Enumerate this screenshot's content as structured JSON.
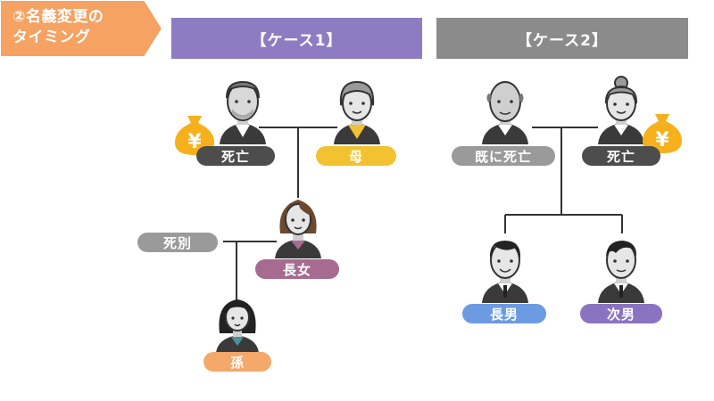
{
  "title": {
    "line1": "②名義変更の",
    "line2": "タイミング"
  },
  "case1": {
    "header": "【ケース1】",
    "labels": {
      "grandfather": "死亡",
      "mother": "母",
      "eldest_daughter": "長女",
      "separation": "死別",
      "grandchild": "孫"
    }
  },
  "case2": {
    "header": "【ケース2】",
    "labels": {
      "grandfather": "既に死亡",
      "grandmother": "死亡",
      "eldest_son": "長男",
      "second_son": "次男"
    }
  },
  "money_icon": {
    "glyph": "¥",
    "icon": "money-bag-icon"
  },
  "colors": {
    "title_orange": "#F5A262",
    "case1_purple": "#8E7CC3",
    "case2_gray": "#8B8B8B",
    "dark_label": "#4D4D4D",
    "yellow_label": "#F2C230",
    "pink_label": "#A66B8F",
    "light_gray_label": "#9A9A9A",
    "orange_label": "#F4A86A",
    "blue_label": "#6D9BE2",
    "violet_label": "#8A74C1",
    "money_gold": "#F5B01B"
  }
}
